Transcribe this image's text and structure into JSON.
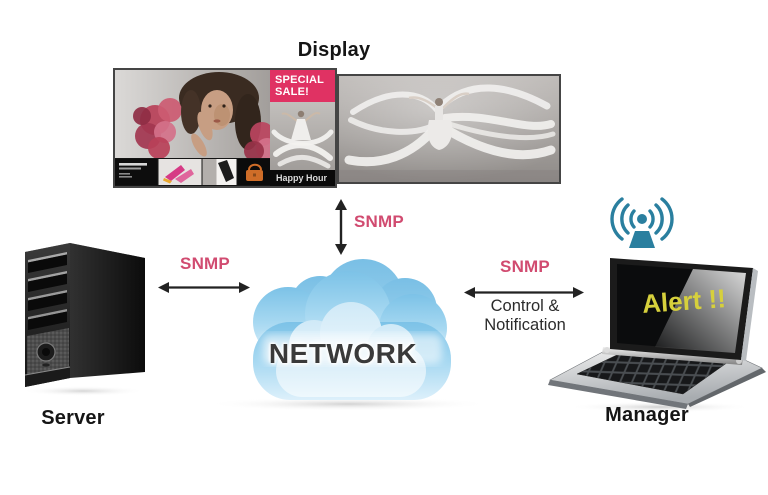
{
  "nodes": {
    "display": {
      "label": "Display",
      "left_screen": {
        "promo_line1": "SPECIAL",
        "promo_line2": "SALE!",
        "footer_banner": "Happy Hour"
      }
    },
    "server": {
      "label": "Server"
    },
    "network": {
      "label": "NETWORK"
    },
    "manager": {
      "label": "Manager",
      "screen_alert": "Alert !!"
    }
  },
  "connections": {
    "display_to_network": {
      "protocol": "SNMP"
    },
    "server_to_network": {
      "protocol": "SNMP"
    },
    "network_to_manager": {
      "protocol": "SNMP",
      "desc_line1": "Control &",
      "desc_line2": "Notification"
    }
  },
  "icons": {
    "wireless_signal": "wifi-antenna-icon",
    "network_cloud": "cloud-icon",
    "server_tower": "server-tower-icon",
    "manager_laptop": "laptop-icon"
  },
  "colors": {
    "snmp_label_pink": "#d14b70",
    "special_sale_pink": "#e03263",
    "cloud_blue": "#8ccbeb",
    "wifi_teal": "#2a7f9f",
    "alert_yellow": "#d6d03c",
    "arrow_black": "#222222"
  }
}
